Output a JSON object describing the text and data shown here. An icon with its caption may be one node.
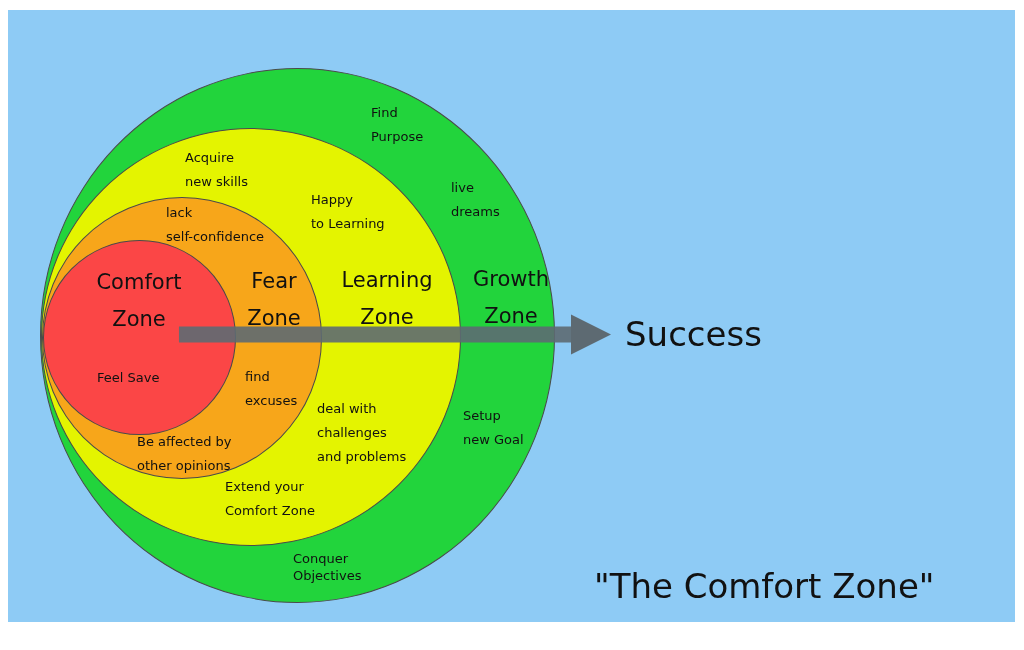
{
  "diagram": {
    "title": "\"The Comfort Zone\"",
    "nodes": [
      {
        "text": [
          "Growth Zone",
          "Find Purpose",
          "live dreams",
          "Setup new Goal",
          "Conquer Objectives"
        ]
      },
      {
        "text": [
          "Learning Zone",
          "Acquire new skills",
          "Happy to Learning",
          "deal with challenges and problems",
          "Extend your Comfort Zone"
        ],
        "in": 0
      },
      {
        "text": [
          "Fear Zone",
          "lack self-confidence",
          "find excuses",
          "Be affected by other opinions"
        ],
        "in": 1
      },
      {
        "text": [
          "Comfort Zone",
          "Feel Save"
        ],
        "in": 2
      },
      {
        "text": [
          "Success"
        ]
      }
    ],
    "edges": [
      {
        "from": 3,
        "to": 4,
        "arrow": "to"
      }
    ]
  }
}
